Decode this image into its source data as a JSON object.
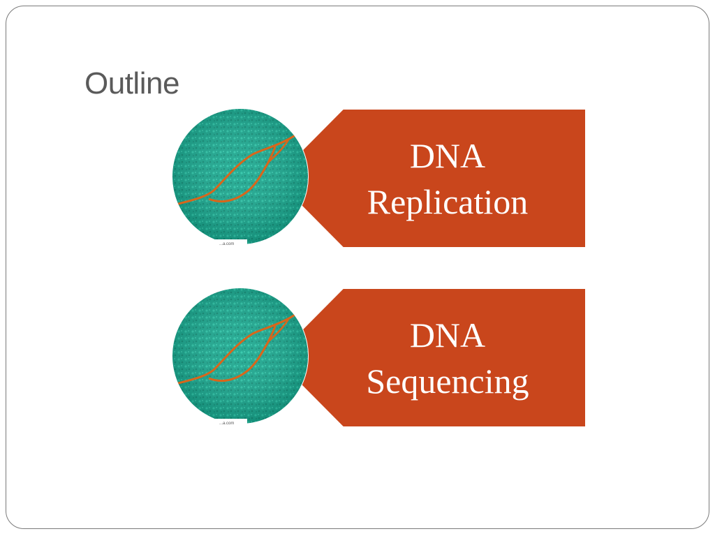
{
  "slide": {
    "title": "Outline",
    "items": [
      {
        "line1": "DNA",
        "line2": "Replication"
      },
      {
        "line1": "DNA",
        "line2": "Sequencing"
      }
    ],
    "image_caption": "...a.com"
  },
  "colors": {
    "accent": "#c9461c",
    "image_teal": "#16a58c",
    "strand": "#d9661a",
    "title": "#5a5a5a"
  }
}
